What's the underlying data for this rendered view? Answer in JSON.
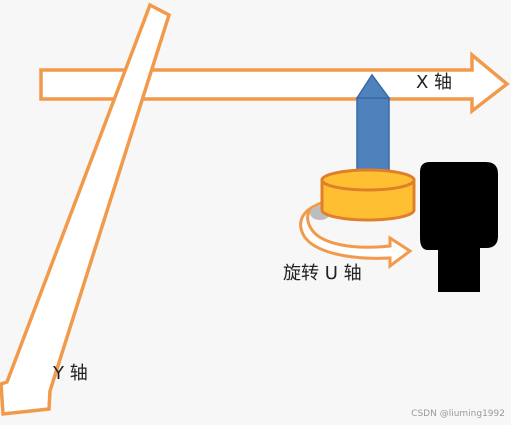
{
  "labels": {
    "x_axis": "X 轴",
    "y_axis": "Y 轴",
    "u_axis": "旋转 U 轴"
  },
  "watermark": "CSDN @liuming1992",
  "colors": {
    "background": "#f7f7f7",
    "axis_arrow_stroke": "#f29a4b",
    "axis_arrow_fill": "#ffffff",
    "spindle": "#4f81bd",
    "spindle_dark": "#3a6aa3",
    "rotary_table": "#ffbf33",
    "rotary_table_edge": "#e07f2a",
    "tool_block": "#000000"
  }
}
